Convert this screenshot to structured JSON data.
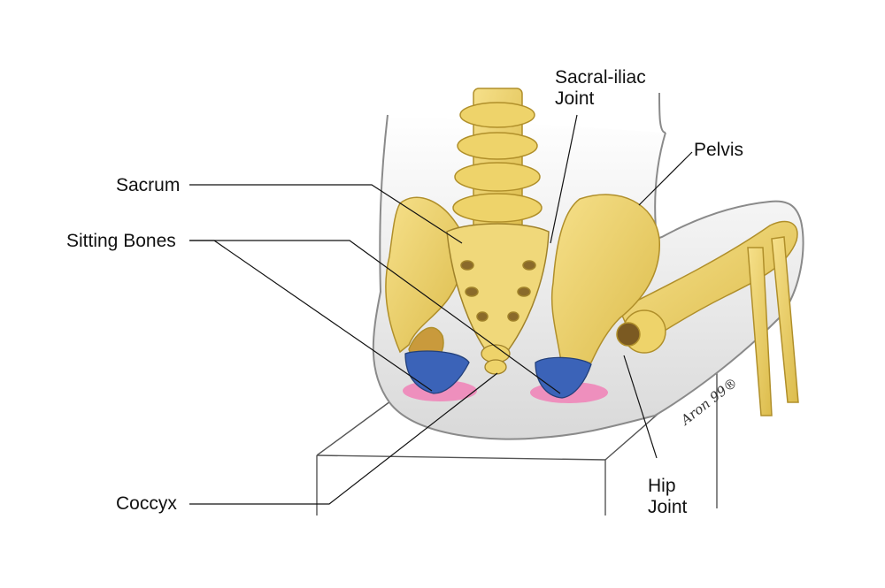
{
  "labels": {
    "sacral_iliac": "Sacral-iliac\nJoint",
    "pelvis": "Pelvis",
    "sacrum": "Sacrum",
    "sitting_bones": "Sitting Bones",
    "coccyx": "Coccyx",
    "hip_joint": "Hip\nJoint"
  },
  "signature": "Aron 99®",
  "colors": {
    "bone": "#eed36a",
    "bone_shadow": "#c9a93c",
    "sitting_bone_highlight": "#3b63b8",
    "contact_area": "#ee8fbd",
    "body_outline": "#8a8a8a",
    "leader_line": "#111111"
  }
}
